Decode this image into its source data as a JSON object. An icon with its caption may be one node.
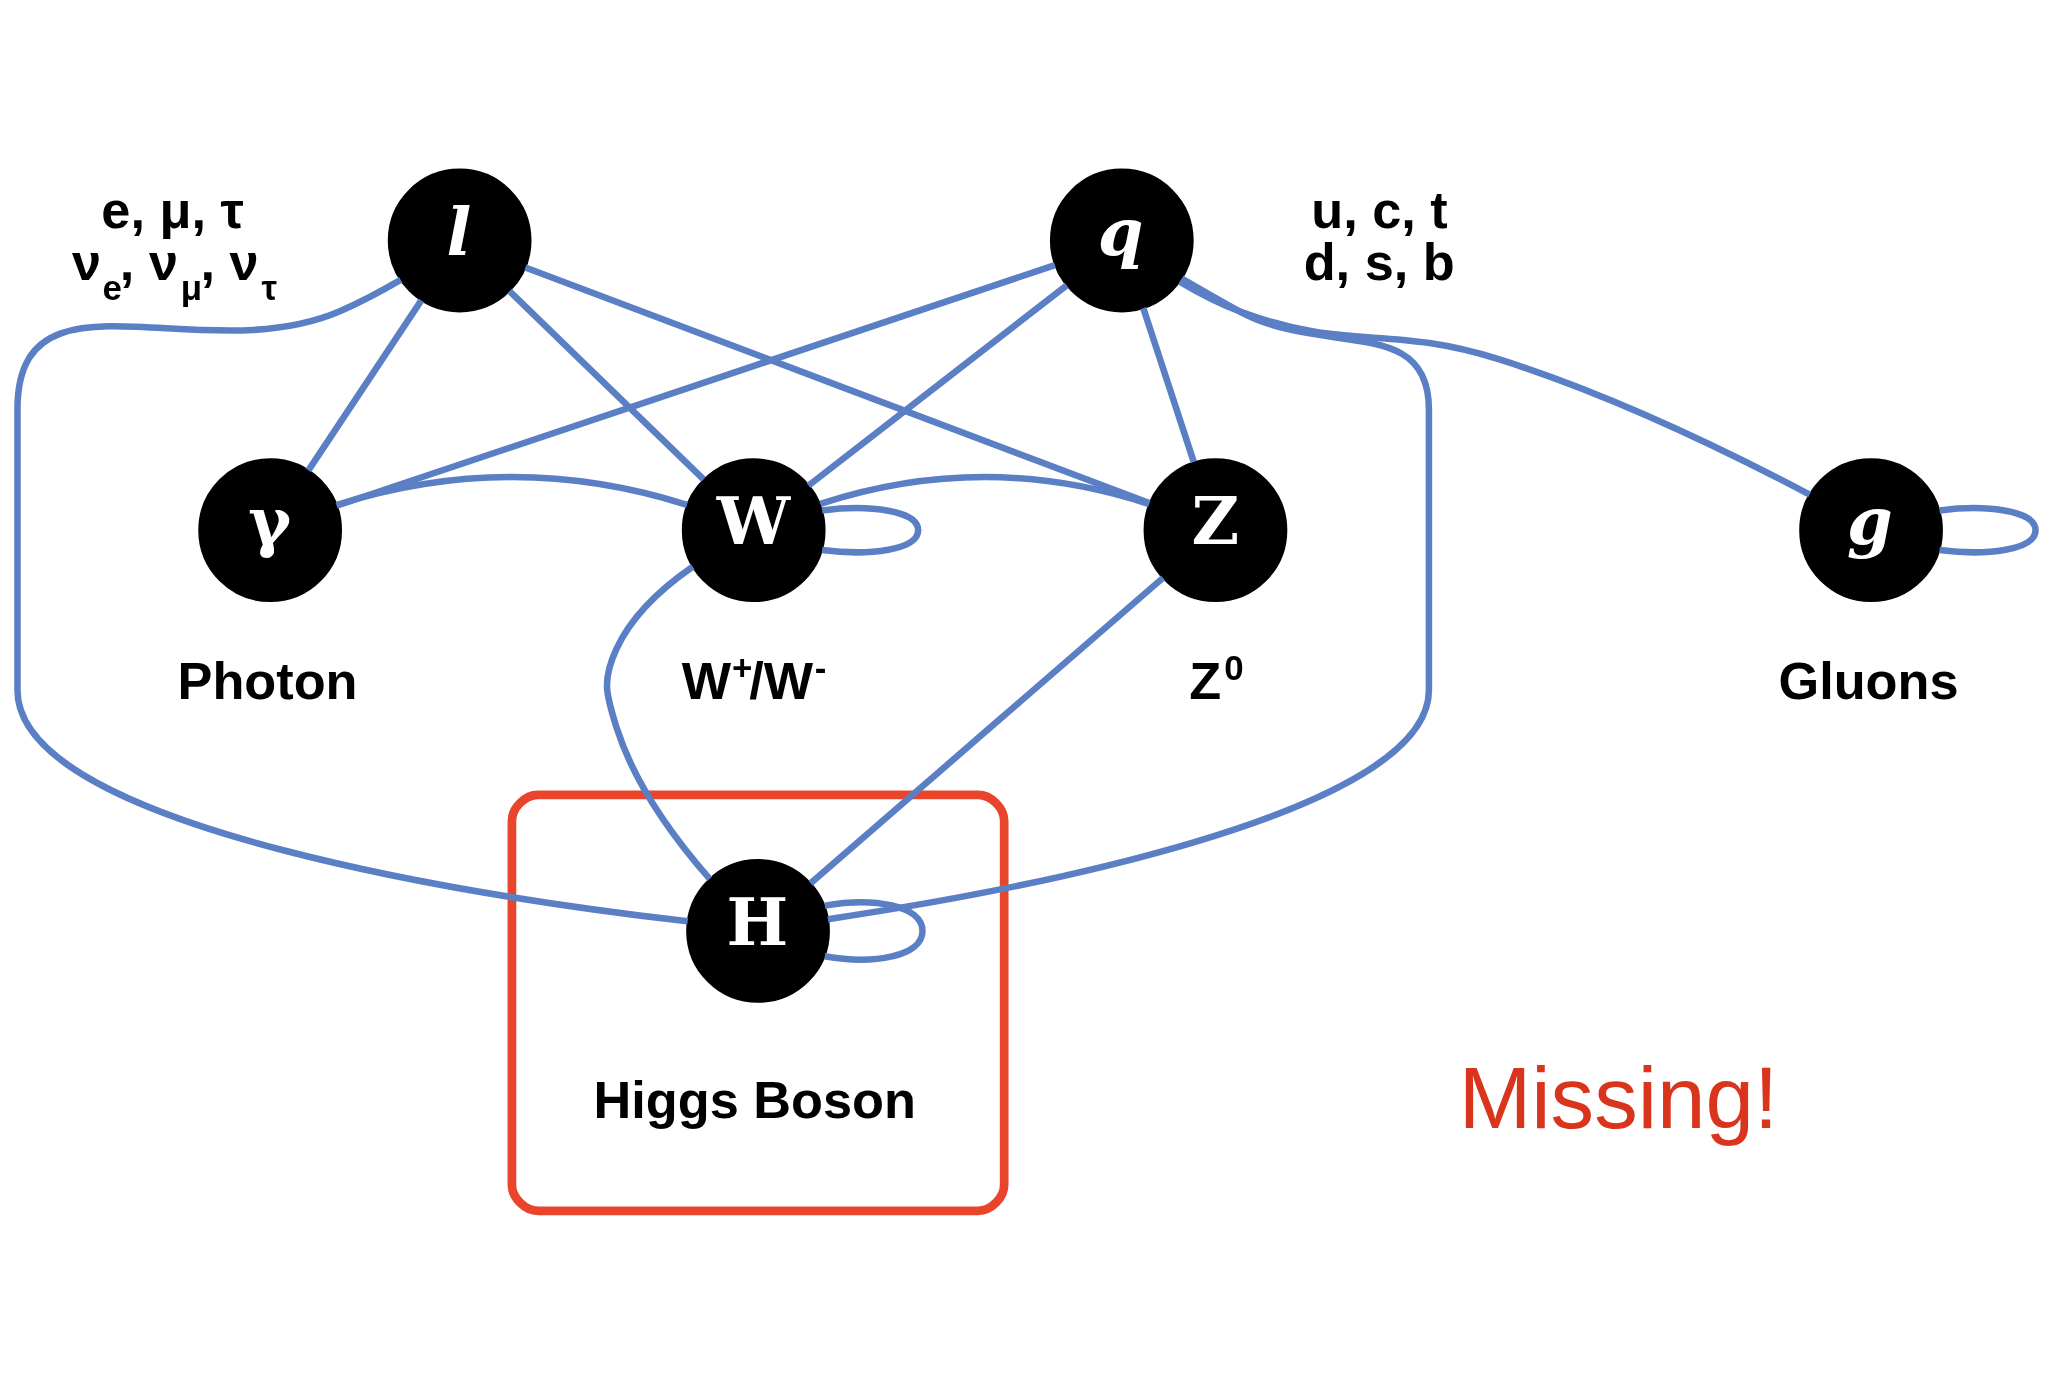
{
  "diagram": {
    "nodes": [
      {
        "text": [
          "l"
        ],
        "beside": [
          "e, μ, τ",
          "ν$_{e}$, ν$_{μ}$, ν$_{τ}$"
        ]
      },
      {
        "text": [
          "q"
        ],
        "beside": [
          "u, c, t",
          "d, s, b"
        ]
      },
      {
        "text": [
          "γ"
        ],
        "beside": [
          "Photon"
        ]
      },
      {
        "text": [
          "W"
        ],
        "beside": [
          "W$^{+}$/W$^{-}$"
        ]
      },
      {
        "text": [
          "Z"
        ],
        "beside": [
          "Z$^{0}$"
        ]
      },
      {
        "text": [
          "g"
        ],
        "beside": [
          "Gluons"
        ]
      },
      {
        "text": [],
        "shape": "ellipse"
      },
      {
        "text": [
          "H"
        ],
        "beside": [
          "Higgs Boson"
        ],
        "in": 6
      }
    ],
    "edges": [
      {
        "from": 0,
        "to": 2,
        "arrow": "none"
      },
      {
        "from": 0,
        "to": 3,
        "arrow": "none"
      },
      {
        "from": 0,
        "to": 4,
        "arrow": "none"
      },
      {
        "from": 0,
        "to": 7,
        "arrow": "none"
      },
      {
        "from": 1,
        "to": 2,
        "arrow": "none"
      },
      {
        "from": 1,
        "to": 3,
        "arrow": "none"
      },
      {
        "from": 1,
        "to": 4,
        "arrow": "none"
      },
      {
        "from": 1,
        "to": 7,
        "arrow": "none"
      },
      {
        "from": 1,
        "to": 5,
        "arrow": "none"
      },
      {
        "from": 3,
        "to": 3,
        "arrow": "none"
      },
      {
        "from": 2,
        "to": 3,
        "arrow": "none"
      },
      {
        "from": 3,
        "to": 4,
        "arrow": "none"
      },
      {
        "from": 3,
        "to": 7,
        "arrow": "none"
      },
      {
        "from": 4,
        "to": 7,
        "arrow": "none"
      },
      {
        "from": 5,
        "to": 5,
        "arrow": "none"
      },
      {
        "from": 7,
        "to": 7,
        "arrow": "none"
      }
    ],
    "labels": [
      "Missing!"
    ]
  }
}
